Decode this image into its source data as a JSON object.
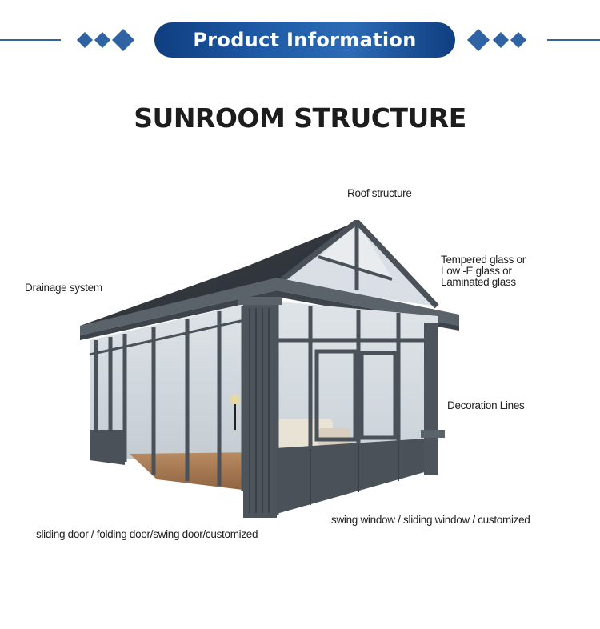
{
  "header": {
    "title": "Product Information"
  },
  "page": {
    "title": "SUNROOM STRUCTURE"
  },
  "labels": {
    "roof": "Roof structure",
    "glass_1": "Tempered glass or",
    "glass_2": "Low -E glass or",
    "glass_3": "Laminated glass",
    "drainage": "Drainage system",
    "decoration": "Decoration Lines",
    "door": "sliding door / folding door/swing door/customized",
    "window": "swing window / sliding window / customized"
  },
  "colors": {
    "banner_blue": "#1e5aa6",
    "diamond_blue": "#2f63a4",
    "frame_gray": "#4a5158"
  }
}
